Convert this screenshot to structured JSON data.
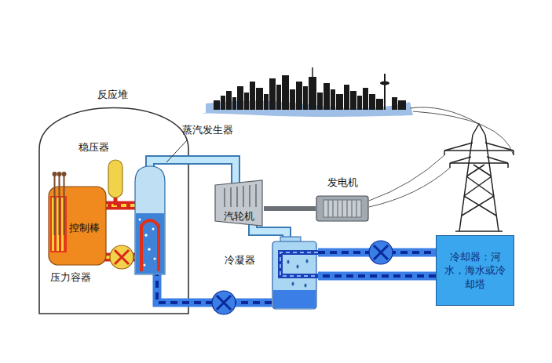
{
  "diagram": {
    "nodes": [
      {
        "text": [
          "汽轮机"
        ]
      },
      {
        "text": [
          "发电机"
        ]
      },
      {
        "text": [
          "冷凝器"
        ]
      },
      {
        "text": [
          "冷却器：河水，海水或冷却塔"
        ]
      }
    ],
    "edges": [
      {
        "from": 0,
        "to": 1,
        "arrow": "none"
      },
      {
        "from": 0,
        "to": 2,
        "arrow": "none"
      },
      {
        "from": 2,
        "to": 3,
        "arrow": "none"
      },
      {
        "from": 3,
        "to": 2,
        "arrow": "none"
      }
    ],
    "labels": [
      "反应堆",
      "稳压器",
      "蒸汽发生器",
      "控制棒",
      "压力容器"
    ]
  }
}
